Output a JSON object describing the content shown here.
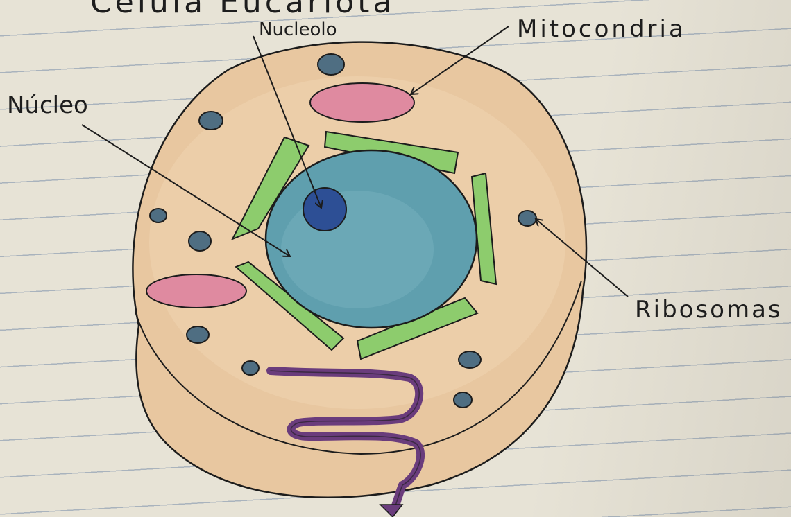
{
  "title": "Celula Eucariota",
  "labels": {
    "nucleolo": "Nucleolo",
    "mitocondria": "Mitocondria",
    "nucleo": "Núcleo",
    "ribosomas": "Ribosomas"
  },
  "colors": {
    "paper": "#e7e3d6",
    "cytoplasm": "#e8c7a0",
    "nucleus": "#5f9fae",
    "nucleolus": "#2d4f95",
    "mitochondria": "#df8aa0",
    "endoplasmic_reticulum": "#8dcc6d",
    "ribosome": "#4f6e82",
    "golgi": "#6a3c7c",
    "ink": "#1c1c1c"
  }
}
